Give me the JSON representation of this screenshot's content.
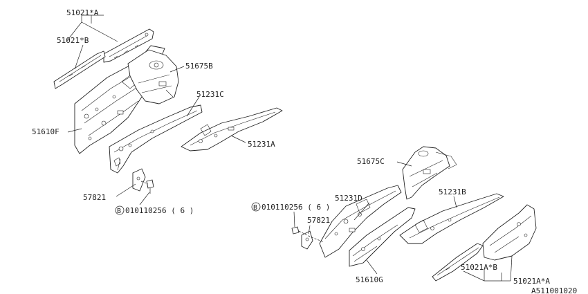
{
  "labels": {
    "p51021_a": "51021*A",
    "p51021_b": "51021*B",
    "p51675b": "51675B",
    "p51231c": "51231C",
    "p51610f": "51610F",
    "p51231a": "51231A",
    "p57821_left": "57821",
    "bolt_left": "010110256 ( 6  )",
    "p51675c": "51675C",
    "p51231b": "51231B",
    "bolt_right": "010110256 ( 6  )",
    "p51231d": "51231D",
    "p57821_right": "57821",
    "p51610g": "51610G",
    "p51021a_b": "51021A*B",
    "p51021a_a": "51021A*A",
    "drawing_code": "A511001020"
  },
  "bolt_marker": "B"
}
